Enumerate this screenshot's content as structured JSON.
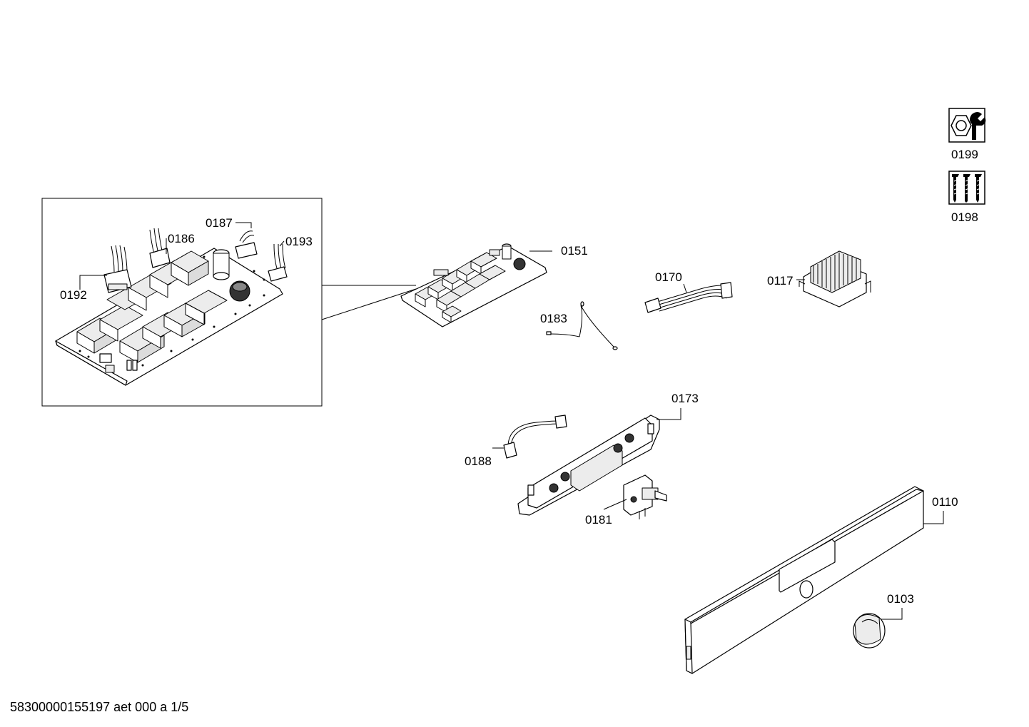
{
  "labels": {
    "p0199": "0199",
    "p0198": "0198",
    "p0187": "0187",
    "p0186": "0186",
    "p0193": "0193",
    "p0192": "0192",
    "p0151": "0151",
    "p0170": "0170",
    "p0117": "0117",
    "p0183": "0183",
    "p0173": "0173",
    "p0188": "0188",
    "p0181": "0181",
    "p0110": "0110",
    "p0103": "0103"
  },
  "footer": {
    "code": "58300000155197 aet 000 a 1/5"
  },
  "icons": {
    "p0199": "wrench-nut-icon",
    "p0198": "screws-icon"
  }
}
